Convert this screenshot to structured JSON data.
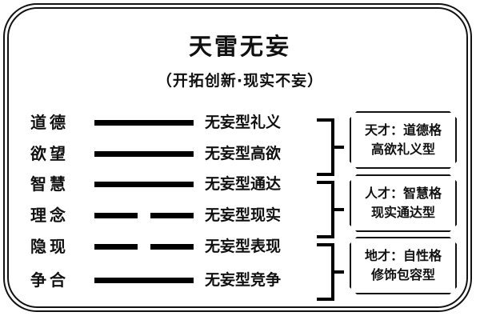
{
  "header": {
    "title": "天雷无妄",
    "subtitle": "（开拓创新·现实不妄）"
  },
  "chart_data": {
    "type": "diagram",
    "title": "天雷无妄",
    "subtitle": "（开拓创新·现实不妄）",
    "hexagram_name": "天雷无妄",
    "lines": [
      {
        "label": "道德",
        "line_type": "yang",
        "type_text": "无妄型礼义"
      },
      {
        "label": "欲望",
        "line_type": "yang",
        "type_text": "无妄型高欲"
      },
      {
        "label": "智慧",
        "line_type": "yang",
        "type_text": "无妄型通达"
      },
      {
        "label": "理念",
        "line_type": "yin",
        "type_text": "无妄型现实"
      },
      {
        "label": "隐现",
        "line_type": "yin",
        "type_text": "无妄型表现"
      },
      {
        "label": "争合",
        "line_type": "yang",
        "type_text": "无妄型竞争"
      }
    ],
    "groups": [
      {
        "name": "天才",
        "line1": "天才：道德格",
        "line2": "高欲礼义型",
        "covers": [
          "道德",
          "欲望"
        ]
      },
      {
        "name": "人才",
        "line1": "人才：智慧格",
        "line2": "现实通达型",
        "covers": [
          "智慧",
          "理念"
        ]
      },
      {
        "name": "地才",
        "line1": "地才：自性格",
        "line2": "修饰包容型",
        "covers": [
          "隐现",
          "争合"
        ]
      }
    ],
    "colors": {
      "ink": "#101010",
      "background": "#ffffff",
      "bar": "#000000"
    }
  }
}
